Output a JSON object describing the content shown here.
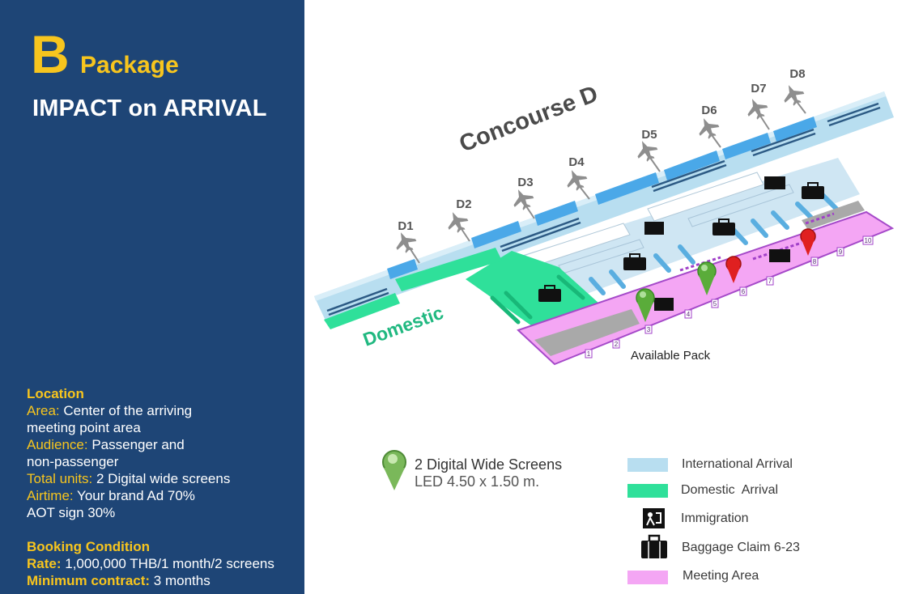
{
  "package": {
    "letter": "B",
    "word": "Package",
    "subtitle": "IMPACT on ARRIVAL"
  },
  "location": {
    "heading": "Location",
    "area_label": "Area:",
    "area_value_1": " Center of the arriving",
    "area_value_2": "meeting point area",
    "audience_label": "Audience:",
    "audience_value_1": " Passenger and",
    "audience_value_2": "non-passenger",
    "units_label": "Total units:",
    "units_value": " 2 Digital wide screens",
    "airtime_label": "Airtime:",
    "airtime_value_1": " Your brand Ad 70%",
    "airtime_value_2": "AOT sign 30%"
  },
  "booking": {
    "heading": "Booking Condition",
    "rate_label": "Rate:",
    "rate_value": " 1,000,000 THB/1 month/2 screens",
    "min_label": "Minimum contract:",
    "min_value": " 3 months"
  },
  "map": {
    "concourse_label": "Concourse D",
    "domestic_label": "Domestic",
    "available_label": "Available Pack",
    "gates": [
      "D1",
      "D2",
      "D3",
      "D4",
      "D5",
      "D6",
      "D7",
      "D8"
    ],
    "zone_numbers": [
      "1",
      "2",
      "3",
      "4",
      "5",
      "6",
      "7",
      "8",
      "9",
      "10"
    ]
  },
  "screens": {
    "title": "2 Digital Wide Screens",
    "size": "LED 4.50 x 1.50 m."
  },
  "legend": {
    "international": "International Arrival",
    "domestic": "Domestic  Arrival",
    "immigration": "Immigration",
    "baggage": "Baggage Claim 6-23",
    "meeting": "Meeting Area"
  },
  "colors": {
    "sidebar_bg": "#1e4576",
    "accent_yellow": "#f7c51e",
    "international": "#b8def0",
    "domestic": "#2fe09a",
    "meeting": "#f4a6f4",
    "pin_green": "#5aac3a",
    "pin_red": "#e02020"
  }
}
